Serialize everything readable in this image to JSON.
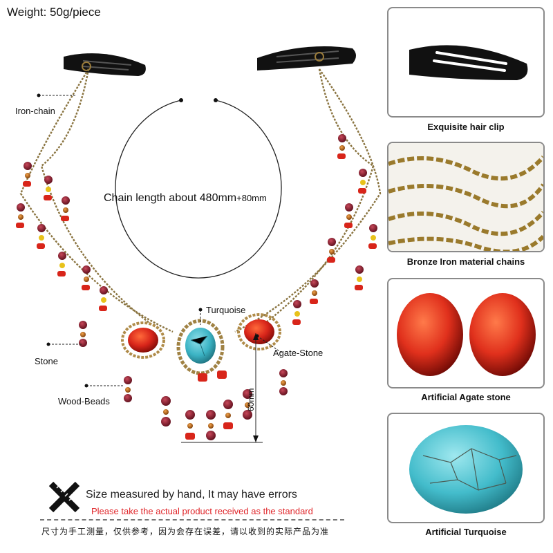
{
  "weight_label": "Weight: 50g/piece",
  "chain_length": {
    "main": "Chain length about 480mm",
    "extra": "+80mm"
  },
  "callouts": {
    "iron_chain": "Iron-chain",
    "turquoise": "Turquoise",
    "agate_stone": "Agate-Stone",
    "stone": "Stone",
    "wood_beads": "Wood-Beads",
    "height": "60mm"
  },
  "panels": [
    {
      "caption": "Exquisite hair clip",
      "icon": "hair-clip"
    },
    {
      "caption": "Bronze Iron material chains",
      "icon": "chain"
    },
    {
      "caption": "Artificial Agate stone",
      "icon": "agate-stones"
    },
    {
      "caption": "Artificial Turquoise",
      "icon": "turquoise-stone"
    }
  ],
  "disclaimer": {
    "line1": "Size measured by hand, It may have errors",
    "line2": "Please take the actual product received as the standard",
    "line3": "尺寸为手工测量，仅供参考，因为会存在误差，请以收到的实际产品为准",
    "icon": "ruler-cross-icon"
  },
  "colors": {
    "agate": "#d8251a",
    "turquoise": "#3bb3c4",
    "bronze": "#8a7440",
    "wood": "#8c1f2e",
    "amber": "#b8650f",
    "warning_text": "#e0262a"
  }
}
